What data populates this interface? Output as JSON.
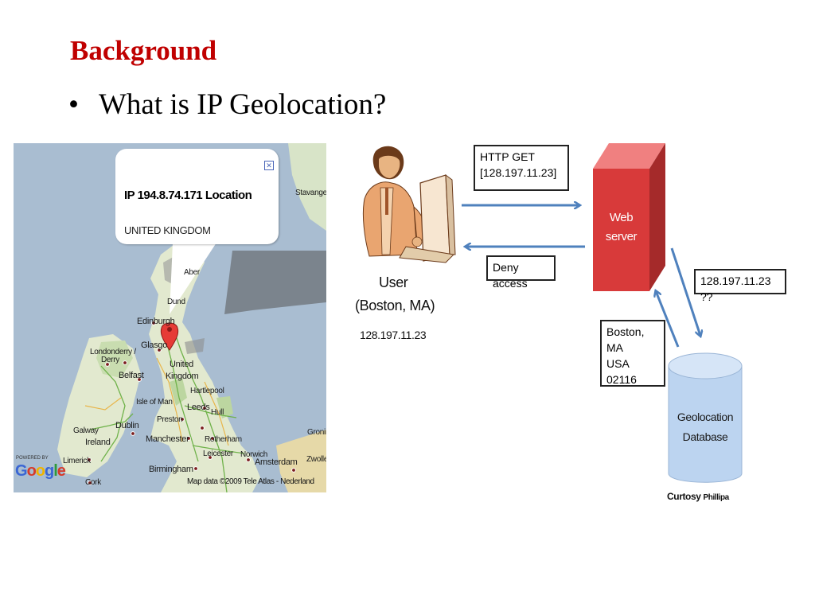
{
  "slide": {
    "title": "Background",
    "bullet_marker": "•",
    "bullet_text": "What is IP Geolocation?",
    "title_color": "#c00000"
  },
  "map": {
    "callout_ip": "IP 194.8.74.171 Location",
    "callout_country": "UNITED KINGDOM",
    "close_icon": "close-icon",
    "places": {
      "stavanger": "Stavanger",
      "aberdeen": "Aber",
      "dundee": "Dund",
      "edinburgh": "Edinburgh",
      "glasgow": "Glasgo",
      "londonderry": "Londonderry /",
      "derry": "Derry",
      "belfast": "Belfast",
      "united": "United",
      "kingdom": "Kingdom",
      "hartlepool": "Hartlepool",
      "isle_of_man": "Isle of Man",
      "leeds": "Leeds",
      "hull": "Hull",
      "preston": "Preston",
      "galway": "Galway",
      "dublin": "Dublin",
      "ireland": "Ireland",
      "manchester": "Manchester",
      "rotherham": "Rotherham",
      "groningen": "Gronin",
      "limerick": "Limerick",
      "leicester": "Leicester",
      "norwich": "Norwich",
      "amsterdam": "Amsterdam",
      "zwolle": "Zwolle",
      "birmingham": "Birmingham",
      "cork": "Cork"
    },
    "powered_by": "POWERED BY",
    "google_letters": [
      "G",
      "o",
      "o",
      "g",
      "l",
      "e"
    ],
    "copyright": "Map data ©2009 Tele Atlas - Nederland"
  },
  "diagram": {
    "user_label": "User",
    "user_location": "(Boston, MA)",
    "user_ip": "128.197.11.23",
    "request_line1": "HTTP GET",
    "request_line2": "[128.197.11.23]",
    "response": "Deny access",
    "server_line1": "Web",
    "server_line2": "server",
    "query": "128.197.11.23 ??",
    "result_line1": "Boston, MA",
    "result_line2": "USA",
    "result_line3": "02116",
    "db_line1": "Geolocation",
    "db_line2": "Database",
    "credit_a": "Curtosy",
    "credit_b": "Phillipa",
    "server_color": "#d83a3a",
    "db_color": "#bcd4f0",
    "arrow_color": "#4f81bd"
  }
}
